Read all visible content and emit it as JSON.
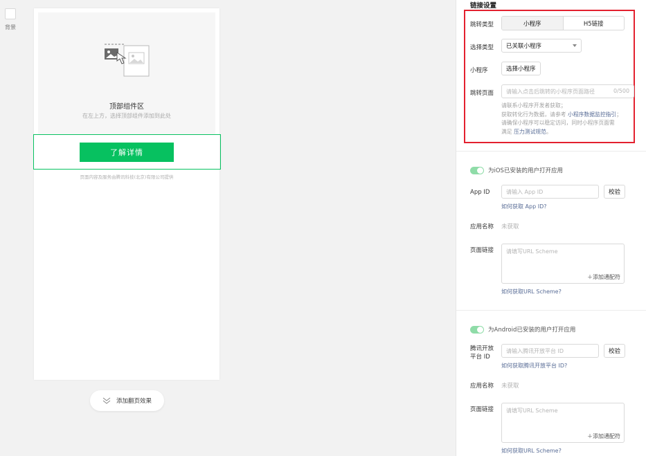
{
  "background_tool": {
    "label": "背景"
  },
  "canvas": {
    "top_zone_title": "顶部组件区",
    "top_zone_hint": "在左上方，选择顶部组件添加到此处",
    "detail_button": "了解详情",
    "footer_note": "页面内容及服务由腾讯科技(北京)有限公司提供",
    "add_effect": "添加翻页效果"
  },
  "panel": {
    "title": "链接设置",
    "jump_type": {
      "label": "跳转类型",
      "options": [
        "小程序",
        "H5链接"
      ],
      "active": "小程序"
    },
    "select_type": {
      "label": "选择类型",
      "value": "已关联小程序"
    },
    "mini_program": {
      "label": "小程序",
      "button": "选择小程序"
    },
    "jump_page": {
      "label": "跳转页面",
      "placeholder": "请输入点击后跳转的小程序页面路径",
      "counter": "0/500"
    },
    "hint": {
      "line1": "请联系小程序开发者获取；",
      "line2_pre": "获取转化行为数据，请参考 ",
      "line2_link": "小程序数据监控指引",
      "line2_post": "；",
      "line3": "请确保小程序可以稳定访问，同时小程序页面需",
      "line4_pre": "满足 ",
      "line4_link": "压力测试规范",
      "line4_post": "。"
    },
    "ios": {
      "toggle_label": "为iOS已安装的用户打开应用",
      "app_id_label": "App ID",
      "app_id_placeholder": "请输入 App ID",
      "verify": "校验",
      "how_app_id": "如何获取 App ID?",
      "app_name_label": "应用名称",
      "app_name_value": "未获取",
      "page_link_label": "页面链接",
      "page_link_placeholder": "请填写URL Scheme",
      "add_wildcard": "添加通配符",
      "how_scheme": "如何获取URL Scheme?"
    },
    "android": {
      "toggle_label": "为Android已安装的用户打开应用",
      "tencent_label_1": "腾讯开放",
      "tencent_label_2": "平台 ID",
      "tencent_placeholder": "请输入腾讯开放平台 ID",
      "verify": "校验",
      "how_tencent": "如何获取腾讯开放平台 ID?",
      "app_name_label": "应用名称",
      "app_name_value": "未获取",
      "page_link_label": "页面链接",
      "page_link_placeholder": "请填写URL Scheme",
      "add_wildcard": "添加通配符",
      "how_scheme": "如何获取URL Scheme?"
    }
  },
  "colors": {
    "accent": "#07c160",
    "highlight": "#e3202e",
    "link": "#576b95",
    "toggle_on": "#8fdca8"
  }
}
